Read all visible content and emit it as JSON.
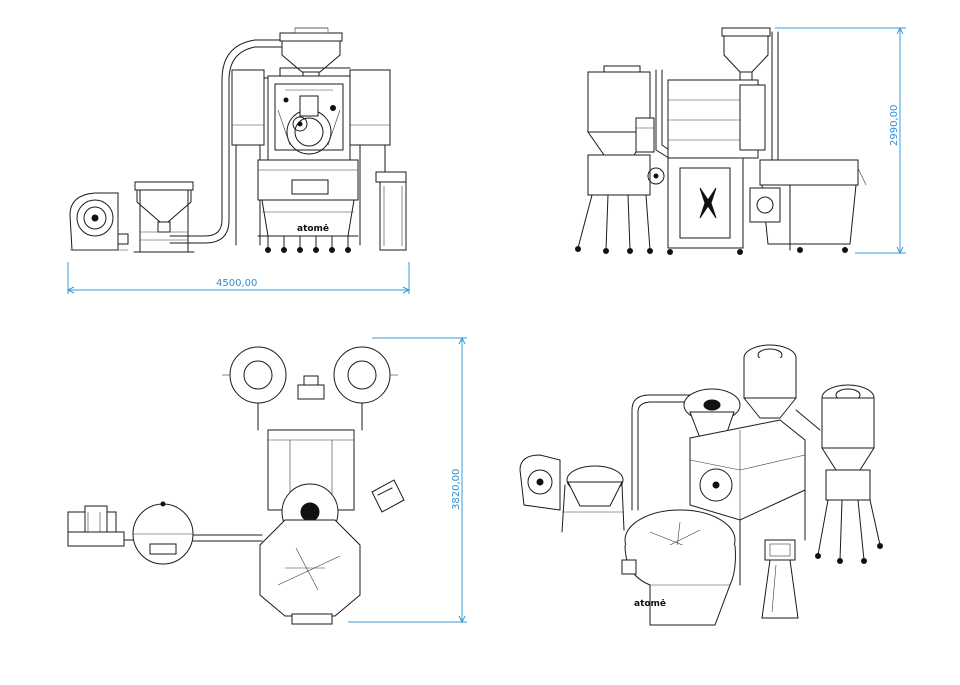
{
  "drawing": {
    "brand_label": "atomė",
    "dimension_width": "4500,00",
    "dimension_height": "2990,00",
    "dimension_depth": "3820,00",
    "dimension_color": "#2f8fd0",
    "line_color": "#1b1b1b",
    "views": [
      "front",
      "side",
      "top",
      "isometric"
    ]
  }
}
